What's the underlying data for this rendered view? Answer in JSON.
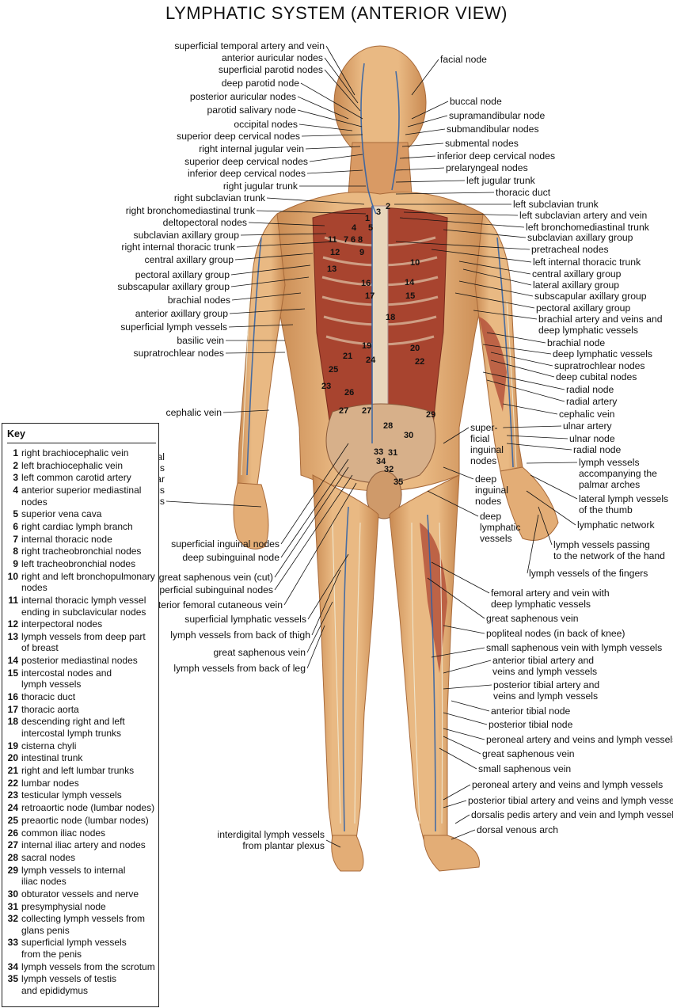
{
  "title": "LYMPHATIC SYSTEM (ANTERIOR VIEW)",
  "left_labels": [
    "superficial temporal artery and vein",
    "anterior auricular nodes",
    "superficial parotid nodes",
    "deep parotid node",
    "posterior auricular nodes",
    "parotid salivary node",
    "occipital nodes",
    "superior deep cervical nodes",
    "right internal jugular vein",
    "superior deep cervical nodes",
    "inferior deep cervical nodes",
    "right jugular trunk",
    "right subclavian trunk",
    "right bronchomediastinal trunk",
    "deltopectoral nodes",
    "subclavian axillary group",
    "right internal thoracic trunk",
    "central axillary group",
    "pectoral axillary group",
    "subscapular axillary group",
    "brachial nodes",
    "anterior axillary group",
    "superficial lymph vessels",
    "basilic vein",
    "supratrochlear nodes",
    "cephalic vein",
    "interdigital\nlymph vessels\nfrom palmar\ncutaneous\nplexus",
    "superficial inguinal nodes",
    "deep subinguinal node",
    "great saphenous vein (cut)",
    "superficial subinguinal nodes",
    "anterior femoral cutaneous vein",
    "superficial lymphatic vessels",
    "lymph vessels from back of thigh",
    "great saphenous vein",
    "lymph vessels from back of leg",
    "interdigital lymph vessels\nfrom plantar plexus"
  ],
  "right_labels": [
    "facial node",
    "buccal node",
    "supramandibular node",
    "submandibular nodes",
    "submental nodes",
    "inferior deep cervical nodes",
    "prelaryngeal nodes",
    "left jugular trunk",
    "thoracic duct",
    "left subclavian trunk",
    "left subclavian artery and vein",
    "left bronchomediastinal trunk",
    "subclavian axillary group",
    "pretracheal nodes",
    "left internal thoracic trunk",
    "central axillary group",
    "lateral axillary group",
    "subscapular axillary group",
    "pectoral axillary group",
    "brachial artery and veins and\ndeep lymphatic vessels",
    "brachial node",
    "deep lymphatic vessels",
    "supratrochlear nodes",
    "deep cubital nodes",
    "radial node",
    "radial artery",
    "cephalic vein",
    "ulnar artery",
    "ulnar node",
    "radial node",
    "lymph vessels\naccompanying the\npalmar arches",
    "lateral lymph vessels\nof the thumb",
    "lymphatic network",
    "lymph vessels passing\nto the network of the hand",
    "lymph vessels of the fingers",
    "femoral artery and vein with\ndeep lymphatic vessels",
    "great saphenous vein",
    "popliteal nodes (in back of knee)",
    "small saphenous vein with lymph vessels",
    "anterior tibial artery and\nveins and lymph vessels",
    "posterior tibial artery and\nveins and lymph vessels",
    "anterior tibial node",
    "posterior tibial node",
    "peroneal artery and veins and lymph vessels",
    "great saphenous vein",
    "small saphenous vein",
    "peroneal artery and veins and lymph vessels",
    "posterior tibial artery and veins and lymph vessels",
    "dorsalis pedis artery and vein and lymph vessels",
    "dorsal venous arch"
  ],
  "inner_labels": [
    "super-\nficial\ninguinal\nnodes",
    "deep\ninguinal\nnodes",
    "deep\nlymphatic\nvessels"
  ],
  "body_numbers": [
    "1",
    "2",
    "3",
    "4",
    "5",
    "6",
    "7",
    "8",
    "9",
    "10",
    "11",
    "12",
    "13",
    "14",
    "15",
    "16",
    "17",
    "18",
    "19",
    "20",
    "21",
    "22",
    "23",
    "24",
    "25",
    "26",
    "27",
    "27",
    "28",
    "29",
    "30",
    "31",
    "32",
    "33",
    "34",
    "35"
  ],
  "key": {
    "title": "Key",
    "items": [
      {
        "n": "1",
        "t": "right brachiocephalic vein"
      },
      {
        "n": "2",
        "t": "left brachiocephalic vein"
      },
      {
        "n": "3",
        "t": "left common carotid artery"
      },
      {
        "n": "4",
        "t": "anterior superior mediastinal\nnodes"
      },
      {
        "n": "5",
        "t": "superior vena cava"
      },
      {
        "n": "6",
        "t": "right cardiac lymph branch"
      },
      {
        "n": "7",
        "t": "internal thoracic node"
      },
      {
        "n": "8",
        "t": "right tracheobronchial nodes"
      },
      {
        "n": "9",
        "t": "left tracheobronchial nodes"
      },
      {
        "n": "10",
        "t": "right and left bronchopulmonary\nnodes"
      },
      {
        "n": "11",
        "t": "internal thoracic lymph vessel\nending in subclavicular nodes"
      },
      {
        "n": "12",
        "t": "interpectoral nodes"
      },
      {
        "n": "13",
        "t": "lymph vessels from deep part\nof breast"
      },
      {
        "n": "14",
        "t": "posterior mediastinal nodes"
      },
      {
        "n": "15",
        "t": "intercostal nodes and\nlymph vessels"
      },
      {
        "n": "16",
        "t": "thoracic duct"
      },
      {
        "n": "17",
        "t": "thoracic aorta"
      },
      {
        "n": "18",
        "t": "descending right and left\nintercostal lymph trunks"
      },
      {
        "n": "19",
        "t": "cisterna chyli"
      },
      {
        "n": "20",
        "t": "intestinal trunk"
      },
      {
        "n": "21",
        "t": "right and left lumbar trunks"
      },
      {
        "n": "22",
        "t": "lumbar nodes"
      },
      {
        "n": "23",
        "t": "testicular lymph vessels"
      },
      {
        "n": "24",
        "t": "retroaortic node (lumbar nodes)"
      },
      {
        "n": "25",
        "t": "preaortic node (lumbar nodes)"
      },
      {
        "n": "26",
        "t": "common iliac nodes"
      },
      {
        "n": "27",
        "t": "internal iliac artery and nodes"
      },
      {
        "n": "28",
        "t": "sacral nodes"
      },
      {
        "n": "29",
        "t": "lymph vessels to internal\niliac nodes"
      },
      {
        "n": "30",
        "t": "obturator vessels and nerve"
      },
      {
        "n": "31",
        "t": "presymphysial node"
      },
      {
        "n": "32",
        "t": "collecting lymph vessels from\nglans penis"
      },
      {
        "n": "33",
        "t": "superficial lymph vessels\nfrom the penis"
      },
      {
        "n": "34",
        "t": "lymph vessels from the scrotum"
      },
      {
        "n": "35",
        "t": "lymph vessels of testis\nand epididymus"
      }
    ]
  },
  "colors": {
    "skin": "#e6b37a",
    "skin_dark": "#c98a52",
    "muscle": "#b5533c",
    "vein": "#2a5fa8",
    "lymph": "#e8e2c8",
    "leader": "#111111"
  }
}
